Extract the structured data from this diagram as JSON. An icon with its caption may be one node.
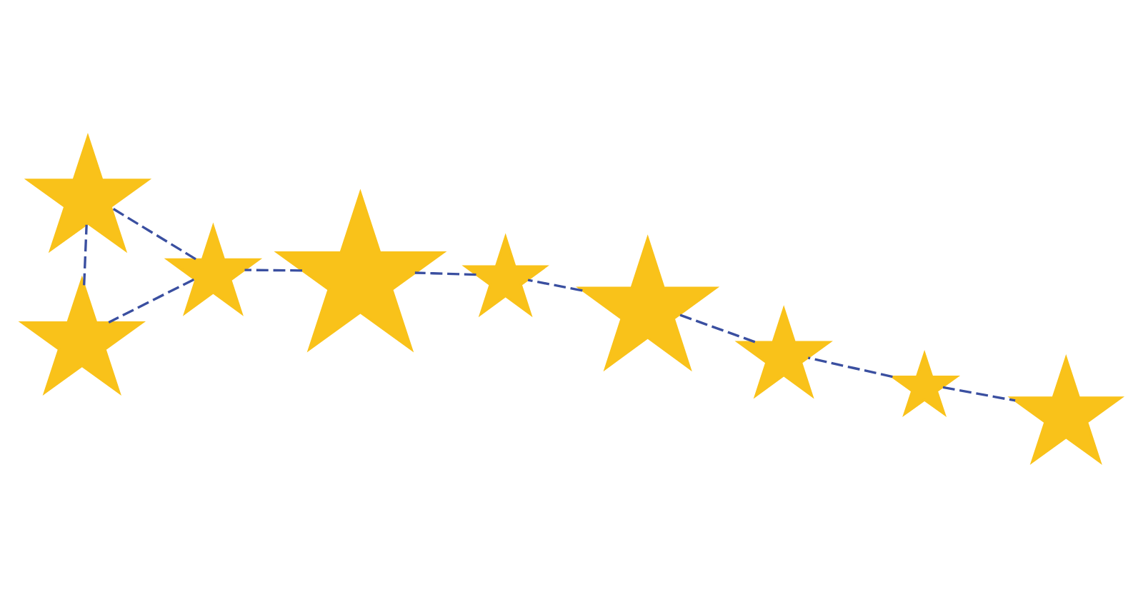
{
  "diagram": {
    "nodes": [
      {
        "text": [],
        "shape": "star"
      },
      {
        "text": [],
        "shape": "star"
      },
      {
        "text": [],
        "shape": "star"
      },
      {
        "text": [],
        "shape": "star"
      },
      {
        "text": [],
        "shape": "star"
      },
      {
        "text": [],
        "shape": "star"
      },
      {
        "text": [],
        "shape": "star"
      },
      {
        "text": [],
        "shape": "star"
      },
      {
        "text": [],
        "shape": "star"
      }
    ],
    "edges": [
      {
        "from": 0,
        "to": 1,
        "arrow": "none",
        "style": "dashed"
      },
      {
        "from": 0,
        "to": 2,
        "arrow": "none",
        "style": "dashed"
      },
      {
        "from": 2,
        "to": 4,
        "arrow": "none",
        "style": "dashed"
      },
      {
        "from": 4,
        "to": 5,
        "arrow": "none",
        "style": "dashed"
      },
      {
        "from": 5,
        "to": 8,
        "arrow": "none",
        "style": "dashed"
      },
      {
        "from": 8,
        "to": 7,
        "arrow": "none",
        "style": "dashed"
      },
      {
        "from": 7,
        "to": 3,
        "arrow": "none",
        "style": "dashed"
      },
      {
        "from": 7,
        "to": 6,
        "arrow": "none",
        "style": "dashed"
      },
      {
        "from": 6,
        "to": 3,
        "arrow": "none",
        "style": "dashed"
      }
    ]
  }
}
